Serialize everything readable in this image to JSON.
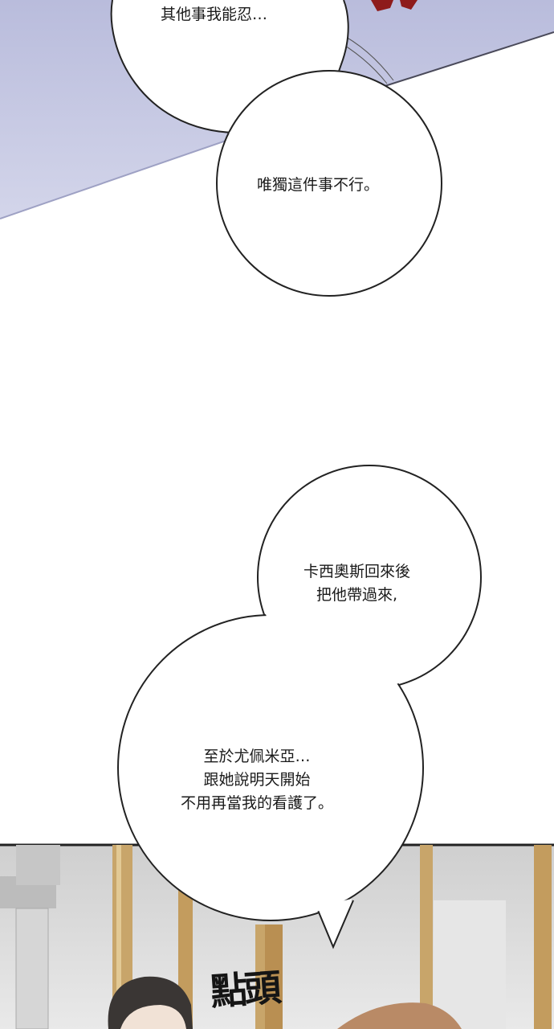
{
  "panels": {
    "top": {
      "bubble_1": {
        "lines": [
          "其他事我能忍…"
        ]
      },
      "bubble_2": {
        "lines": [
          "唯獨這件事不行。"
        ]
      }
    },
    "middle": {
      "bubble_3": {
        "lines": [
          "卡西奧斯回來後",
          "把他帶過來,"
        ]
      },
      "bubble_4": {
        "lines": [
          "至於尤佩米亞…",
          "跟她說明天開始",
          "不用再當我的看護了。"
        ]
      }
    },
    "bottom": {
      "sound_effect": "點頭"
    }
  },
  "colors": {
    "sky_panel": "#c9cce4",
    "bubble_fill": "#ffffff",
    "bubble_outline": "#222222",
    "room_wall": "#dcdcdc",
    "pillar": "#c8a56a"
  }
}
